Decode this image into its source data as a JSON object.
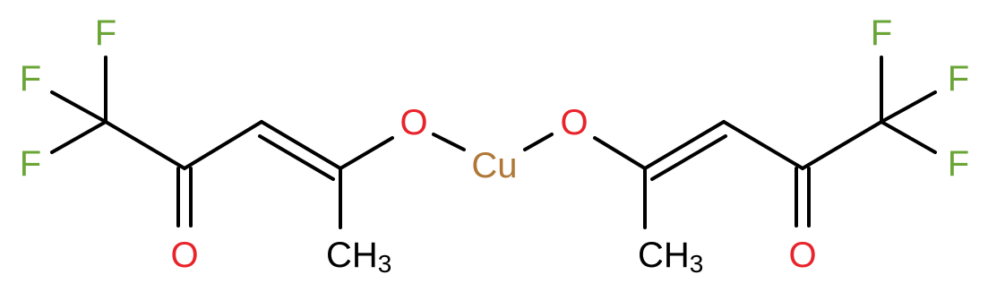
{
  "molecule": {
    "colors": {
      "bond": "#000000",
      "fluorine": "#6aa536",
      "oxygen": "#e8232a",
      "copper": "#b07838",
      "carbon": "#000000"
    },
    "atoms": {
      "metal": "Cu",
      "left_F_top": "F",
      "left_F_mid": "F",
      "left_F_bot": "F",
      "left_O_carbonyl": "O",
      "left_O_enolate": "O",
      "left_methyl_main": "CH",
      "left_methyl_sub": "3",
      "right_F_top": "F",
      "right_F_mid": "F",
      "right_F_bot": "F",
      "right_O_carbonyl": "O",
      "right_O_enolate": "O",
      "right_methyl_main": "CH",
      "right_methyl_sub": "3"
    }
  }
}
